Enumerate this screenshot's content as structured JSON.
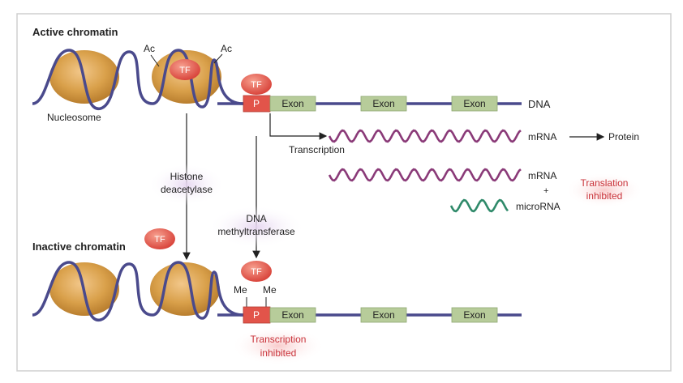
{
  "section_labels": {
    "active": "Active chromatin",
    "inactive": "Inactive chromatin"
  },
  "labels": {
    "nucleosome": "Nucleosome",
    "acetyl": "Ac",
    "methyl": "Me",
    "transcription_factor": "TF",
    "promoter": "P",
    "exon": "Exon",
    "dna": "DNA",
    "mrna": "mRNA",
    "protein": "Protein",
    "transcription": "Transcription",
    "plus": "+",
    "microrna": "microRNA",
    "histone_deacetylase_line1": "Histone",
    "histone_deacetylase_line2": "deacetylase",
    "dna_methyltransferase_line1": "DNA",
    "dna_methyltransferase_line2": "methyltransferase",
    "translation_inhibited_line1": "Translation",
    "translation_inhibited_line2": "inhibited",
    "transcription_inhibited_line1": "Transcription",
    "transcription_inhibited_line2": "inhibited"
  },
  "colors": {
    "dna_strand": "#4a4a8c",
    "nucleosome": "#d9a04a",
    "tf": "#e2544a",
    "promoter": "#e2544a",
    "exon": "#b7cc9a",
    "mrna": "#8a3a78",
    "microrna": "#2f8a6a",
    "inhibited_text": "#c9333a"
  }
}
